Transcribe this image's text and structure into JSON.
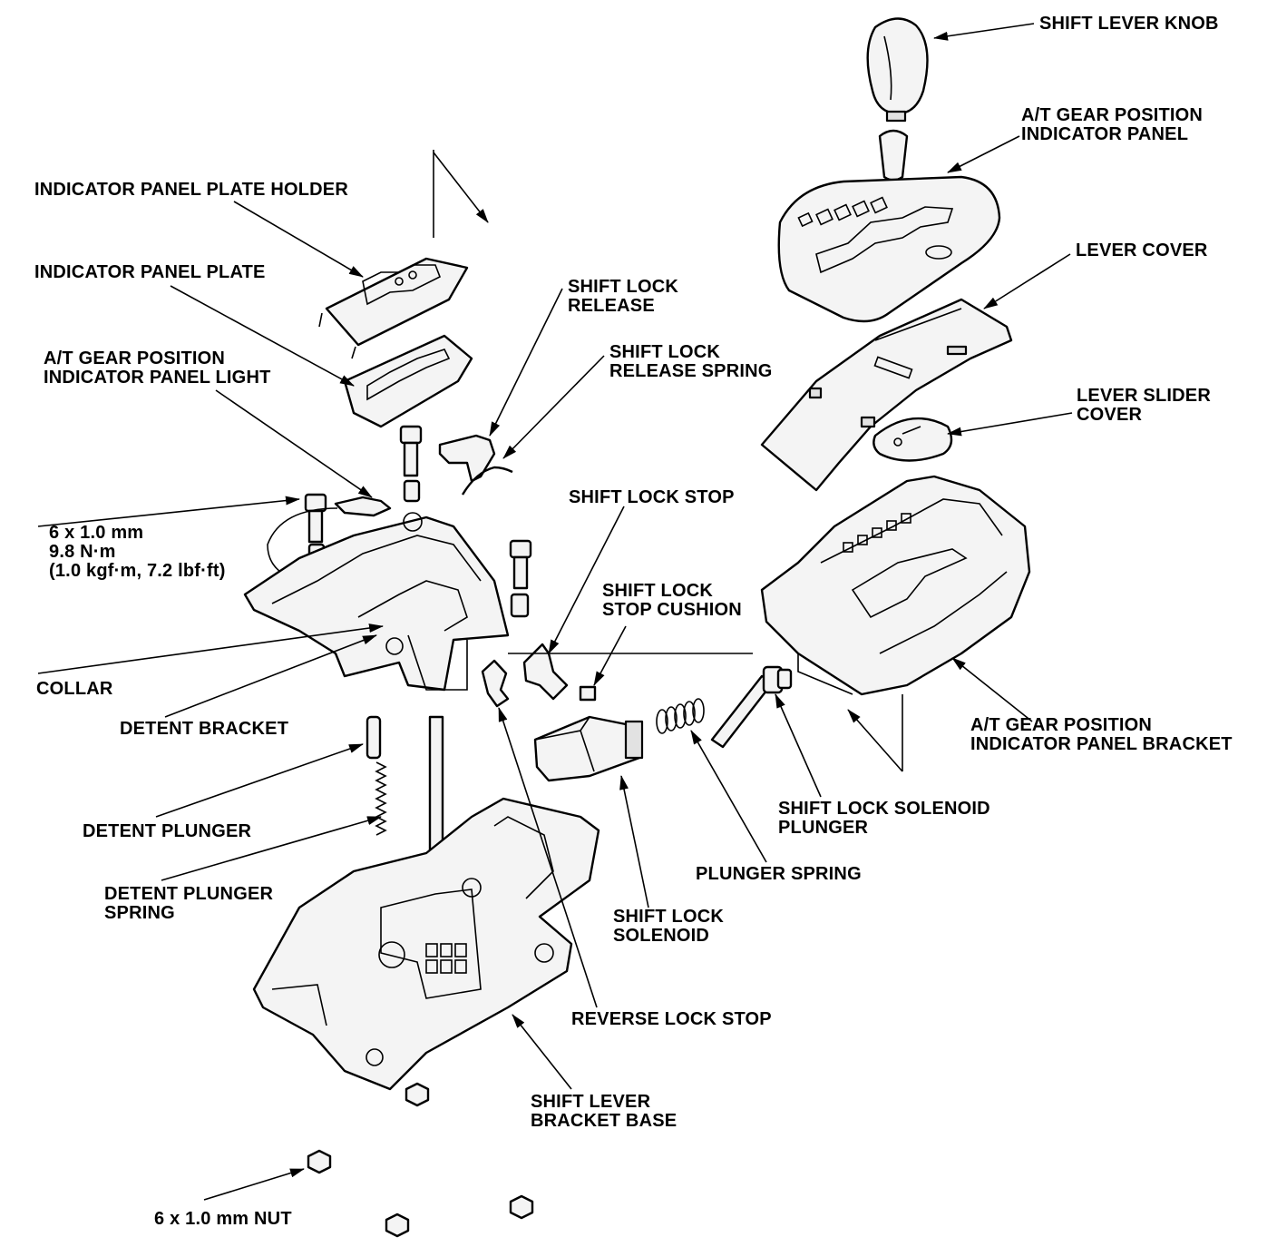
{
  "labels": {
    "shift_lever_knob": "SHIFT LEVER KNOB",
    "at_indicator_panel": [
      "A/T GEAR POSITION",
      "INDICATOR PANEL"
    ],
    "indicator_plate_holder": "INDICATOR PANEL PLATE HOLDER",
    "lever_cover": "LEVER COVER",
    "indicator_plate": "INDICATOR PANEL PLATE",
    "shift_lock_release": [
      "SHIFT LOCK",
      "RELEASE"
    ],
    "shift_lock_release_spring": [
      "SHIFT LOCK",
      "RELEASE SPRING"
    ],
    "panel_light": [
      "A/T GEAR POSITION",
      "INDICATOR PANEL LIGHT"
    ],
    "lever_slider_cover": [
      "LEVER SLIDER",
      "COVER"
    ],
    "shift_lock_stop": "SHIFT LOCK STOP",
    "bolt_spec": [
      "6 x 1.0 mm",
      "9.8 N·m",
      "(1.0 kgf·m, 7.2 lbf·ft)"
    ],
    "shift_lock_stop_cushion": [
      "SHIFT LOCK",
      "STOP CUSHION"
    ],
    "collar": "COLLAR",
    "detent_bracket": "DETENT BRACKET",
    "panel_bracket": [
      "A/T GEAR POSITION",
      "INDICATOR PANEL BRACKET"
    ],
    "solenoid_plunger": [
      "SHIFT LOCK SOLENOID",
      "PLUNGER"
    ],
    "detent_plunger": "DETENT PLUNGER",
    "plunger_spring": "PLUNGER SPRING",
    "detent_plunger_spring": [
      "DETENT PLUNGER",
      "SPRING"
    ],
    "shift_lock_solenoid": [
      "SHIFT LOCK",
      "SOLENOID"
    ],
    "reverse_lock_stop": "REVERSE LOCK STOP",
    "bracket_base": [
      "SHIFT LEVER",
      "BRACKET BASE"
    ],
    "nut": "6 x 1.0 mm NUT"
  }
}
